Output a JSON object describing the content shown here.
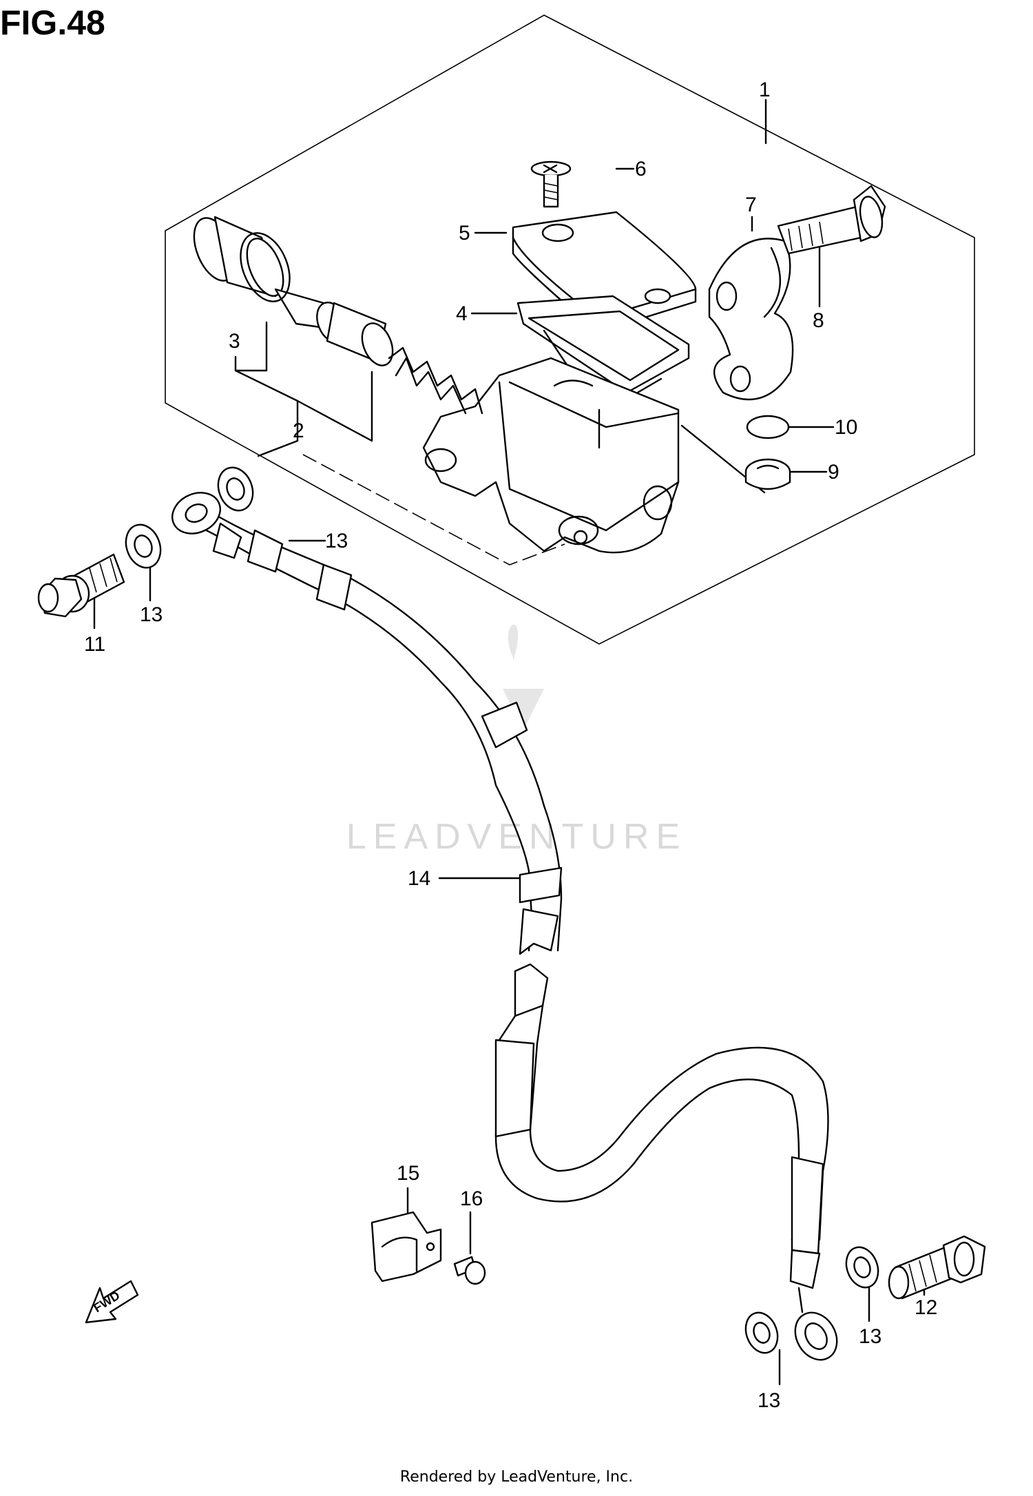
{
  "figure_title": "FIG.48",
  "watermark": "LEADVENTURE",
  "fwd_label": "FWD",
  "footer": "Rendered by LeadVenture, Inc.",
  "callouts": {
    "c1": "1",
    "c2": "2",
    "c3": "3",
    "c4": "4",
    "c5": "5",
    "c6": "6",
    "c7": "7",
    "c8": "8",
    "c9": "9",
    "c10": "10",
    "c11": "11",
    "c12": "12",
    "c13a": "13",
    "c13b": "13",
    "c13c": "13",
    "c13d": "13",
    "c14": "14",
    "c15": "15",
    "c16": "16"
  }
}
